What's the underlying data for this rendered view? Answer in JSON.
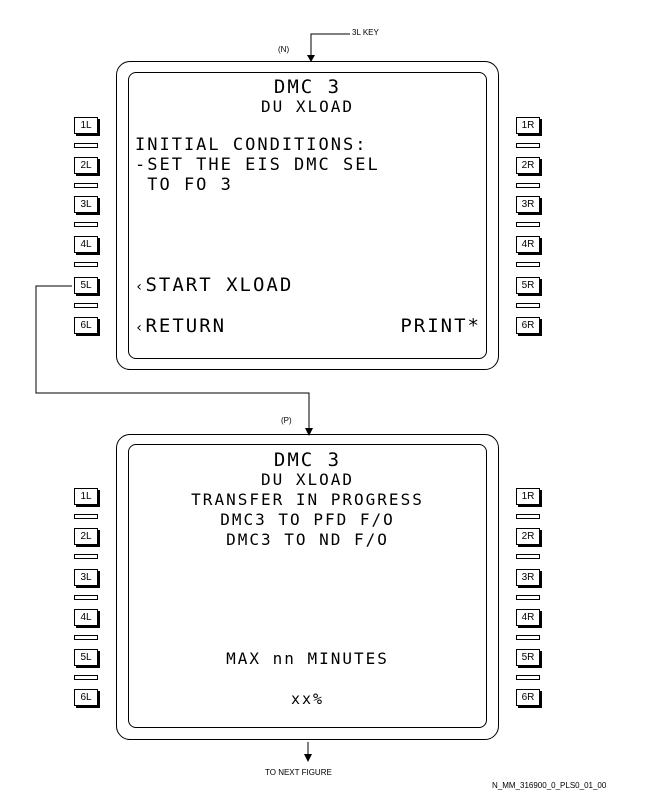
{
  "labels": {
    "key_callout": "3L KEY",
    "screen_n": "(N)",
    "screen_p": "(P)",
    "to_next": "TO NEXT FIGURE",
    "fig_id": "N_MM_316900_0_PLS0_01_00"
  },
  "keys_left": [
    "1L",
    "2L",
    "3L",
    "4L",
    "5L",
    "6L"
  ],
  "keys_right": [
    "1R",
    "2R",
    "3R",
    "4R",
    "5R",
    "6R"
  ],
  "screen1": {
    "title": "DMC 3",
    "subtitle": "DU XLOAD",
    "line1": "INITIAL CONDITIONS:",
    "line2": "-SET THE EIS DMC SEL",
    "line3": " TO FO 3",
    "start_prefix": "‹",
    "start": "START XLOAD",
    "return_prefix": "‹",
    "return": "RETURN",
    "print": "PRINT*"
  },
  "screen2": {
    "title": "DMC 3",
    "subtitle": "DU XLOAD",
    "line1": "TRANSFER IN PROGRESS",
    "line2": "DMC3 TO PFD F/O",
    "line3": "DMC3 TO ND F/O",
    "max": "MAX nn MINUTES",
    "percent": "xx%"
  }
}
